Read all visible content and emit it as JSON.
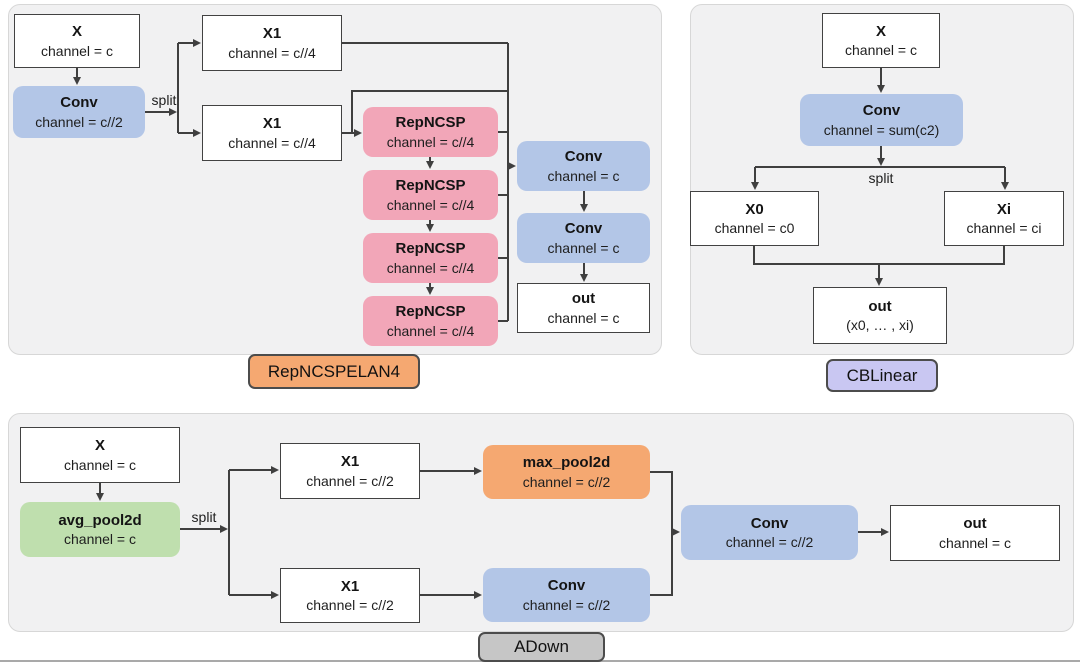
{
  "colors": {
    "panel_bg": "#f1f1f2",
    "line": "#3f3f3f",
    "node_blue": "#b3c6e7",
    "node_pink": "#f2a6b8",
    "node_orange": "#f5a871",
    "node_green": "#bfdfae",
    "label_orange": "#f5a871",
    "label_lavender": "#c9c7f2",
    "label_gray": "#c6c6c6"
  },
  "repncspelan4": {
    "label": "RepNCSPELAN4",
    "split_label": "split",
    "x": {
      "title": "X",
      "subtitle": "channel = c"
    },
    "conv_in": {
      "title": "Conv",
      "subtitle": "channel = c//2"
    },
    "x1_top": {
      "title": "X1",
      "subtitle": "channel = c//4"
    },
    "x1_bottom": {
      "title": "X1",
      "subtitle": "channel = c//4"
    },
    "repncsp": [
      {
        "title": "RepNCSP",
        "subtitle": "channel = c//4"
      },
      {
        "title": "RepNCSP",
        "subtitle": "channel = c//4"
      },
      {
        "title": "RepNCSP",
        "subtitle": "channel = c//4"
      },
      {
        "title": "RepNCSP",
        "subtitle": "channel = c//4"
      }
    ],
    "conv_mid": {
      "title": "Conv",
      "subtitle": "channel = c"
    },
    "conv_out": {
      "title": "Conv",
      "subtitle": "channel = c"
    },
    "out": {
      "title": "out",
      "subtitle": "channel = c"
    }
  },
  "cblinear": {
    "label": "CBLinear",
    "split_label": "split",
    "x": {
      "title": "X",
      "subtitle": "channel = c"
    },
    "conv": {
      "title": "Conv",
      "subtitle": "channel = sum(c2)"
    },
    "x0": {
      "title": "X0",
      "subtitle": "channel = c0"
    },
    "xi": {
      "title": "Xi",
      "subtitle": "channel = ci"
    },
    "out": {
      "title": "out",
      "subtitle": "(x0, … , xi)"
    }
  },
  "adown": {
    "label": "ADown",
    "split_label": "split",
    "x": {
      "title": "X",
      "subtitle": "channel = c"
    },
    "avg_pool": {
      "title": "avg_pool2d",
      "subtitle": "channel = c"
    },
    "x1_top": {
      "title": "X1",
      "subtitle": "channel = c//2"
    },
    "x1_bottom": {
      "title": "X1",
      "subtitle": "channel = c//2"
    },
    "max_pool": {
      "title": "max_pool2d",
      "subtitle": "channel = c//2"
    },
    "conv_branch": {
      "title": "Conv",
      "subtitle": "channel = c//2"
    },
    "conv_merge": {
      "title": "Conv",
      "subtitle": "channel = c//2"
    },
    "out": {
      "title": "out",
      "subtitle": "channel = c"
    }
  }
}
